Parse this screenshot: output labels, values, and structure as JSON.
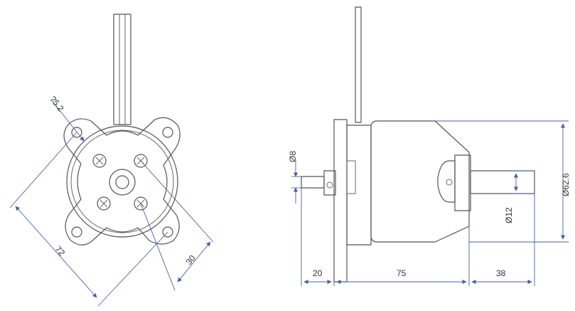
{
  "front_view": {
    "labels": {
      "hole_diameter": "?5.2",
      "diagonal_spacing": "72",
      "inner_spacing": "30"
    }
  },
  "side_view": {
    "labels": {
      "shaft_diameter": "Ø8",
      "body_diameter": "Ø62.6",
      "rear_shaft_diameter": "Ø12",
      "front_length": "20",
      "body_length": "75",
      "rear_length": "38"
    }
  },
  "colors": {
    "outline": "#555555",
    "dimension_line": "#4a5fa0"
  }
}
